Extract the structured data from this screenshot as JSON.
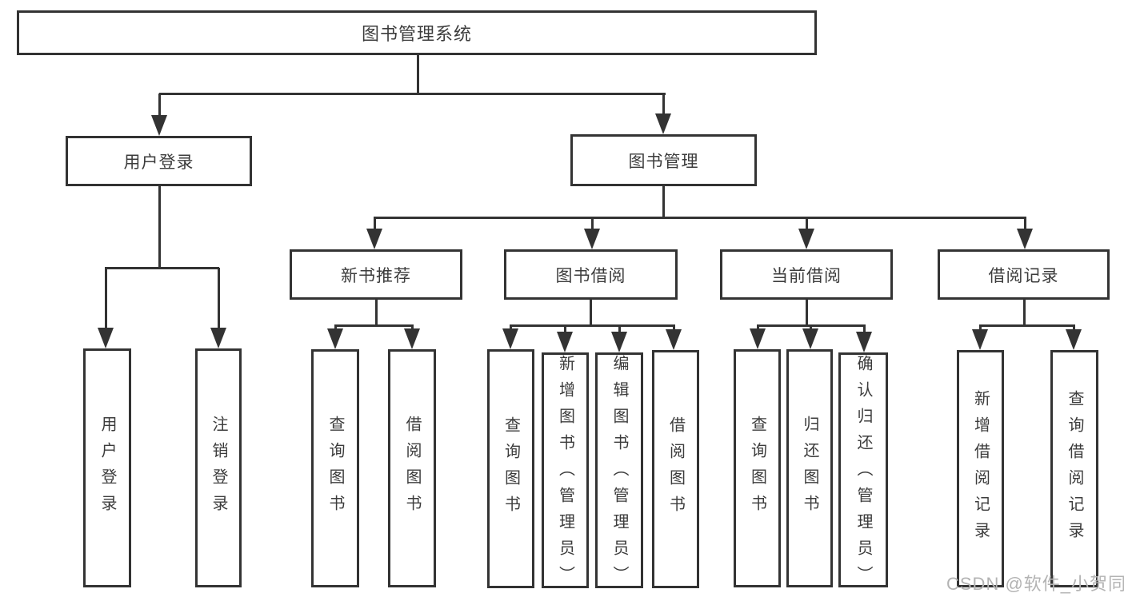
{
  "diagram": {
    "title": "图书管理系统",
    "colors": {
      "line": "#333333",
      "text": "#3c3c3c",
      "watermark": "#b3b3b3",
      "background": "#ffffff"
    },
    "tree": {
      "label": "图书管理系统",
      "children": [
        {
          "label": "用户登录",
          "children": [
            {
              "label": "用户登录"
            },
            {
              "label": "注销登录"
            }
          ]
        },
        {
          "label": "图书管理",
          "children": [
            {
              "label": "新书推荐",
              "children": [
                {
                  "label": "查询图书"
                },
                {
                  "label": "借阅图书"
                }
              ]
            },
            {
              "label": "图书借阅",
              "children": [
                {
                  "label": "查询图书"
                },
                {
                  "label": "新增图书（管理员）"
                },
                {
                  "label": "编辑图书（管理员）"
                },
                {
                  "label": "借阅图书"
                }
              ]
            },
            {
              "label": "当前借阅",
              "children": [
                {
                  "label": "查询图书"
                },
                {
                  "label": "归还图书"
                },
                {
                  "label": "确认归还（管理员）"
                }
              ]
            },
            {
              "label": "借阅记录",
              "children": [
                {
                  "label": "新增借阅记录"
                },
                {
                  "label": "查询借阅记录"
                }
              ]
            }
          ]
        }
      ]
    },
    "watermark": "CSDN @软件_小贺同学"
  }
}
